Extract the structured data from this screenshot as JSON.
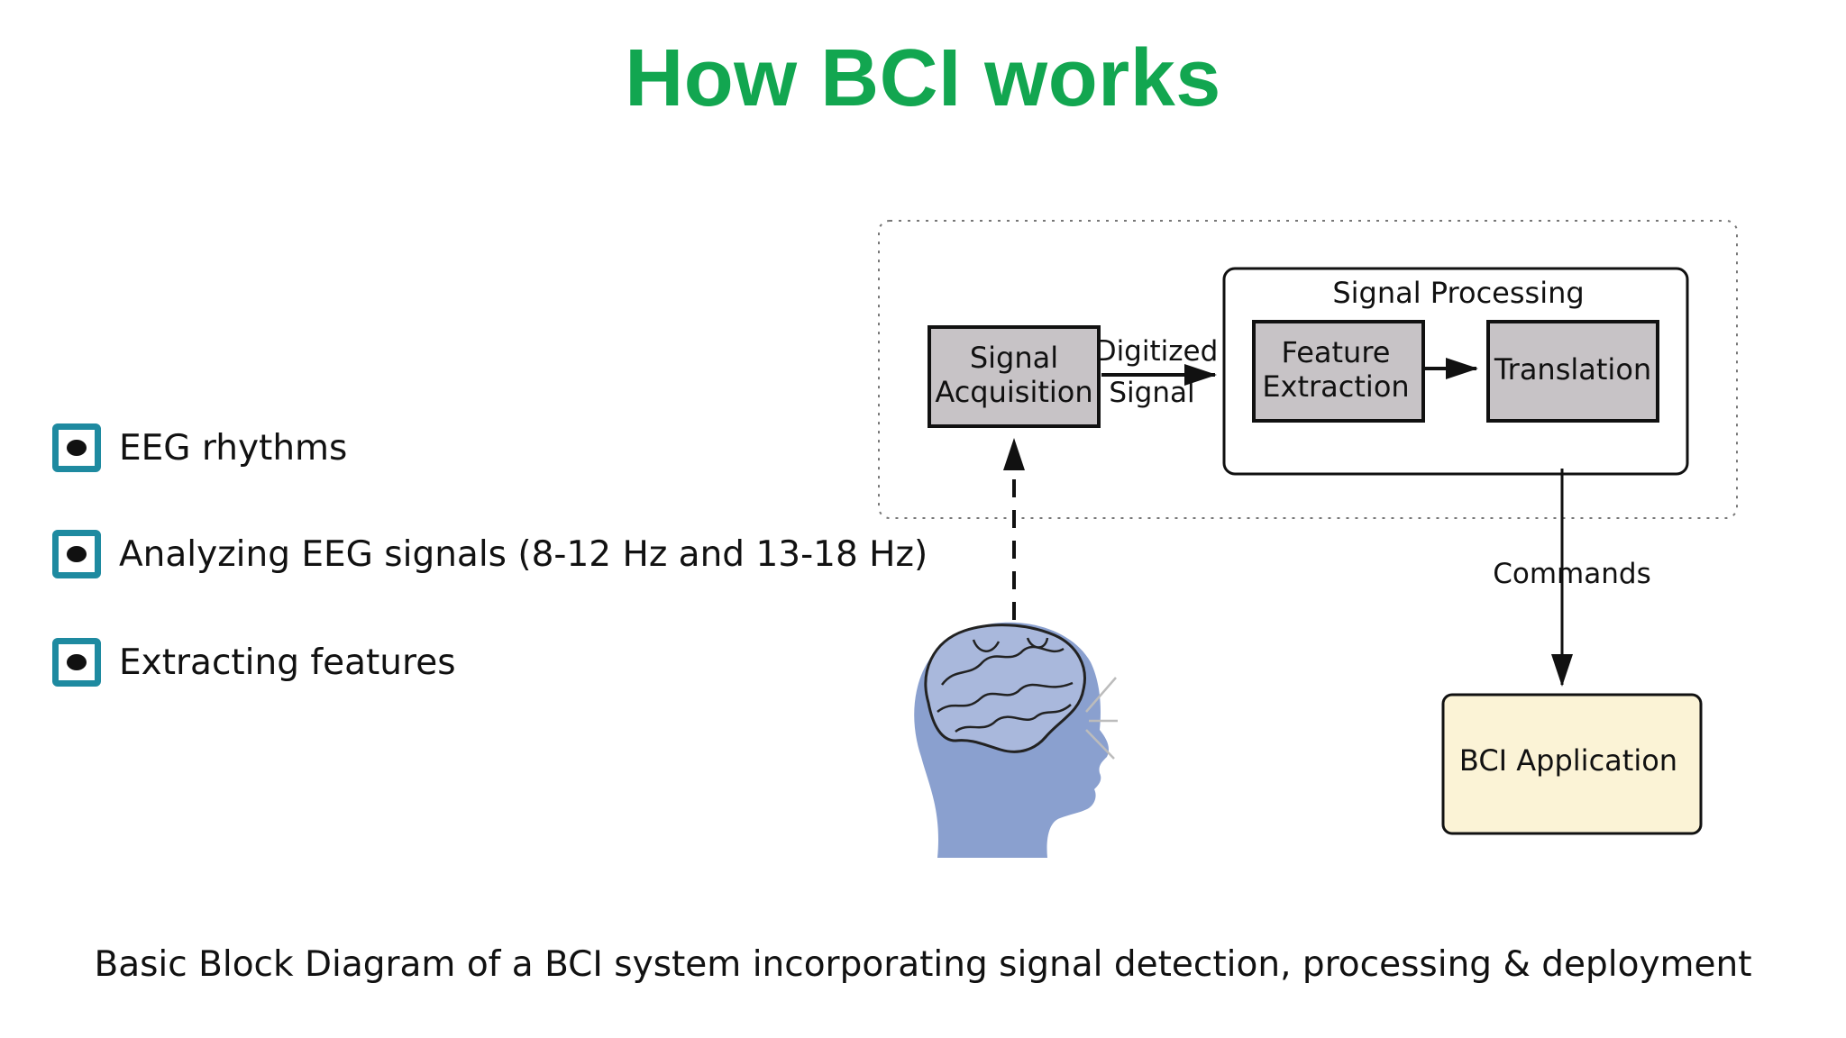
{
  "title": "How BCI works",
  "bullets": [
    {
      "icon": "radio-bullet-icon",
      "text": "EEG rhythms"
    },
    {
      "icon": "radio-bullet-icon",
      "text": "Analyzing EEG signals (8-12 Hz and 13-18 Hz)"
    },
    {
      "icon": "radio-bullet-icon",
      "text": "Extracting features"
    }
  ],
  "diagram": {
    "signal_acquisition": [
      "Signal",
      "Acquisition"
    ],
    "digitized_signal": [
      "Digitized",
      "Signal"
    ],
    "signal_processing": "Signal Processing",
    "feature_extraction": [
      "Feature",
      "Extraction"
    ],
    "translation": "Translation",
    "commands": "Commands",
    "bci_application": "BCI Application",
    "head_icon": "human-head-brain-icon",
    "colors": {
      "gray_box": "#c7c3c6",
      "app_box": "#fbf3d6",
      "head": "#8aa0cf"
    }
  },
  "caption": "Basic Block Diagram of a BCI system incorporating signal detection, processing & deployment"
}
